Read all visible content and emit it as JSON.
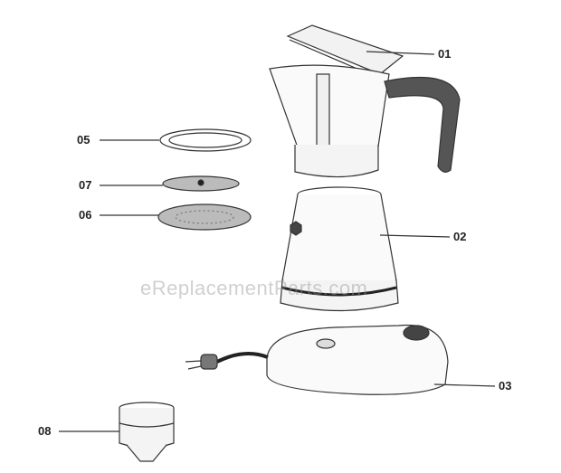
{
  "diagram": {
    "watermark": "eReplacementParts.com",
    "parts": [
      {
        "id": "01",
        "name": "lid"
      },
      {
        "id": "02",
        "name": "boiler"
      },
      {
        "id": "03",
        "name": "base"
      },
      {
        "id": "05",
        "name": "gasket"
      },
      {
        "id": "06",
        "name": "filter-plate"
      },
      {
        "id": "07",
        "name": "small-filter"
      },
      {
        "id": "08",
        "name": "funnel"
      }
    ],
    "colors": {
      "line": "#333333",
      "handle": "#555555",
      "filter": "#bbbbbb"
    }
  }
}
